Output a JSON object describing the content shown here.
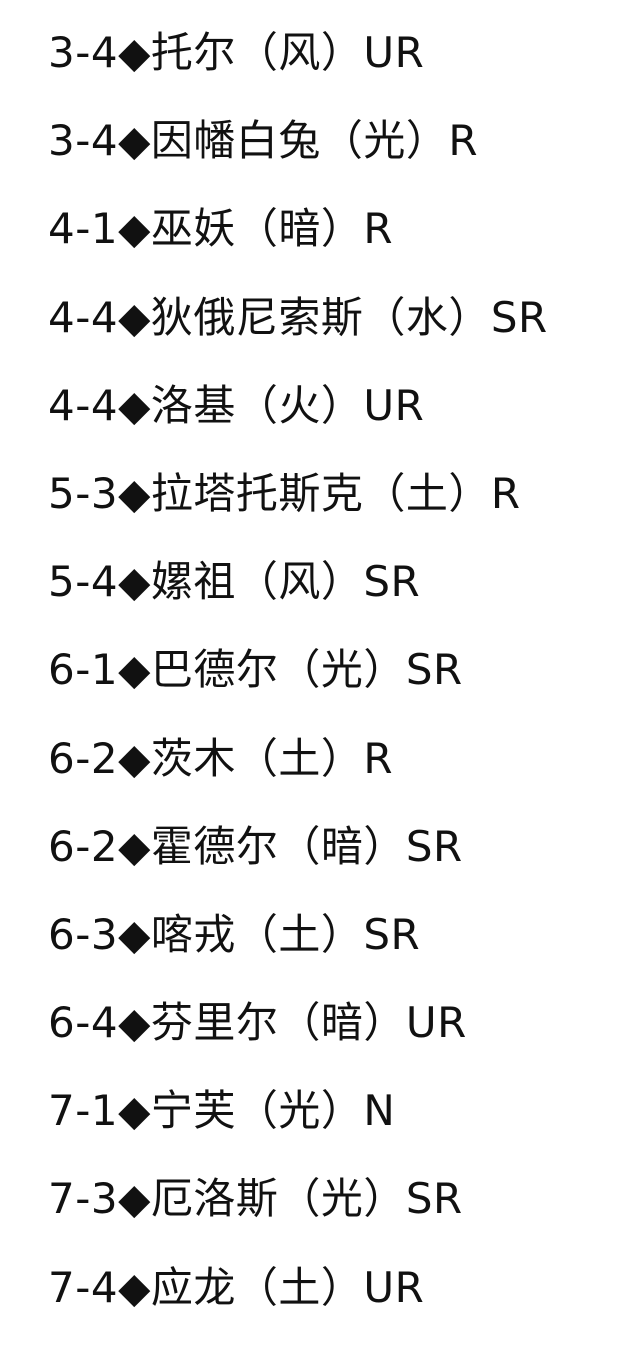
{
  "entries": [
    "3-4◆托尔（风）UR",
    "3-4◆因幡白兔（光）R",
    "4-1◆巫妖（暗）R",
    "4-4◆狄俄尼索斯（水）SR",
    "4-4◆洛基（火）UR",
    "5-3◆拉塔托斯克（土）R",
    "5-4◆嫘祖（风）SR",
    "6-1◆巴德尔（光）SR",
    "6-2◆茨木（土）R",
    "6-2◆霍德尔（暗）SR",
    "6-3◆喀戎（土）SR",
    "6-4◆芬里尔（暗）UR",
    "7-1◆宁芙（光）N",
    "7-3◆厄洛斯（光）SR",
    "7-4◆应龙（土）UR"
  ]
}
